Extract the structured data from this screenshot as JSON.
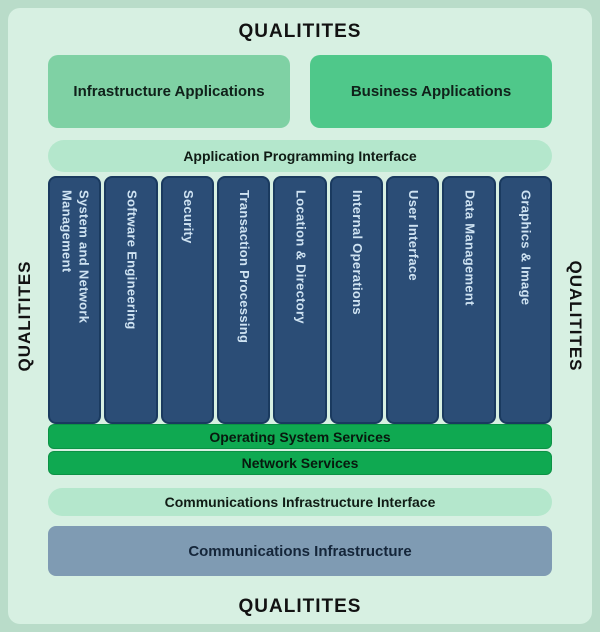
{
  "qualities": {
    "top": "QUALITITES",
    "bottom": "QUALITITES",
    "left": "QUALITITES",
    "right": "QUALITITES"
  },
  "application_layer": {
    "boxes": [
      {
        "label": "Infrastructure Applications"
      },
      {
        "label": "Business Applications"
      }
    ]
  },
  "api_bar": {
    "label": "Application Programming Interface"
  },
  "service_columns": [
    "System and Network Management",
    "Software Engineering",
    "Security",
    "Transaction Processing",
    "Location & Directory",
    "Internal Operations",
    "User Interface",
    "Data Management",
    "Graphics & Image"
  ],
  "service_bars": [
    {
      "label": "Operating System Services"
    },
    {
      "label": "Network Services"
    }
  ],
  "communications": {
    "interface_label": "Communications Infrastructure Interface",
    "infrastructure_label": "Communications Infrastructure"
  },
  "colors": {
    "outer_frame": "#b9dcc9",
    "panel_bg": "#d7f0e2",
    "infrastructure_apps_box": "#7fd1a4",
    "business_apps_box": "#4fc88a",
    "interface_pill_bg": "#b4e7cc",
    "column_bg": "#2b4d76",
    "column_border": "#1a3a5f",
    "column_text": "#cfe3f2",
    "green_bar_bg": "#0fa951",
    "comm_infrastructure_bg": "#7f9bb3",
    "label_text": "#121212"
  }
}
